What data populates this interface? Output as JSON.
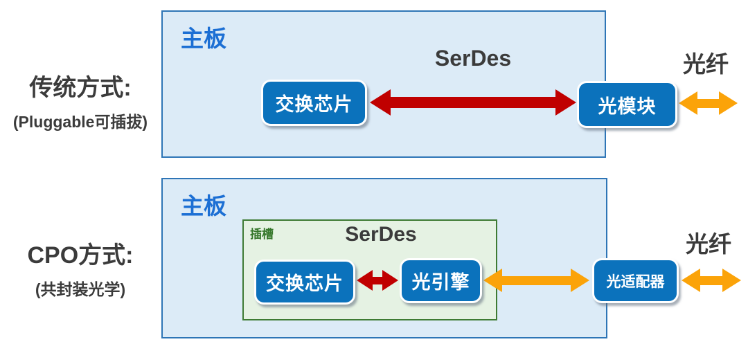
{
  "colors": {
    "board_fill": "#dcebf7",
    "board_border": "#2e75b6",
    "board_title": "#1c6fd4",
    "node_fill": "#0b72bc",
    "node_text": "#ffffff",
    "slot_fill": "#e5f2e3",
    "slot_border": "#3e7b33",
    "slot_title": "#35772b",
    "serdes_arrow": "#c00000",
    "fiber_arrow": "#fba309",
    "label_text": "#3b3b3b"
  },
  "rows": {
    "traditional": {
      "title": "传统方式:",
      "subtitle": "(Pluggable可插拔)",
      "board": "主板",
      "serdes": "SerDes",
      "fiber": "光纤",
      "nodes": {
        "chip": "交换芯片",
        "module": "光模块"
      }
    },
    "cpo": {
      "title": "CPO方式:",
      "subtitle": "(共封装光学)",
      "board": "主板",
      "slot": "插槽",
      "serdes": "SerDes",
      "fiber": "光纤",
      "nodes": {
        "chip": "交换芯片",
        "engine": "光引擎",
        "adapter": "光适配器"
      }
    }
  }
}
